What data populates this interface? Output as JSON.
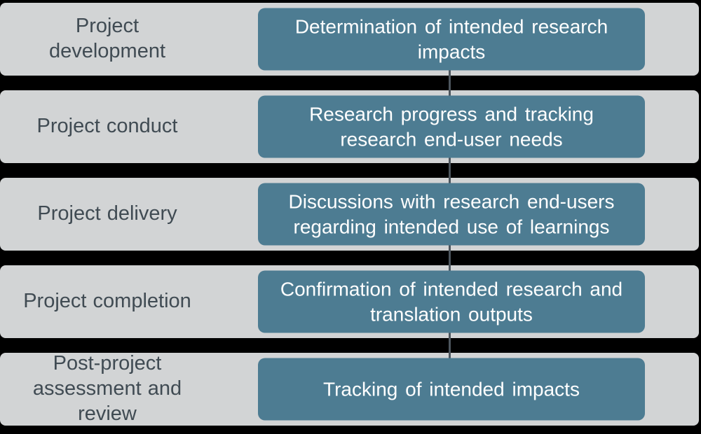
{
  "theme": {
    "background": "#000000",
    "band_color": "#d2d4d5",
    "box_color": "#4d7c92",
    "connector_color": "#4d565e",
    "stage_text_color": "#404b53",
    "activity_text_color": "#ffffff"
  },
  "rows": [
    {
      "stage": "Project\ndevelopment",
      "activity": "Determination of intended research\nimpacts"
    },
    {
      "stage": "Project conduct",
      "activity": "Research progress and tracking\nresearch end-user needs"
    },
    {
      "stage": "Project delivery",
      "activity": "Discussions with research end-users\nregarding intended use of learnings"
    },
    {
      "stage": "Project completion",
      "activity": "Confirmation of intended research and\ntranslation outputs"
    },
    {
      "stage": "Post-project\nassessment and\nreview",
      "activity": "Tracking of intended impacts"
    }
  ]
}
